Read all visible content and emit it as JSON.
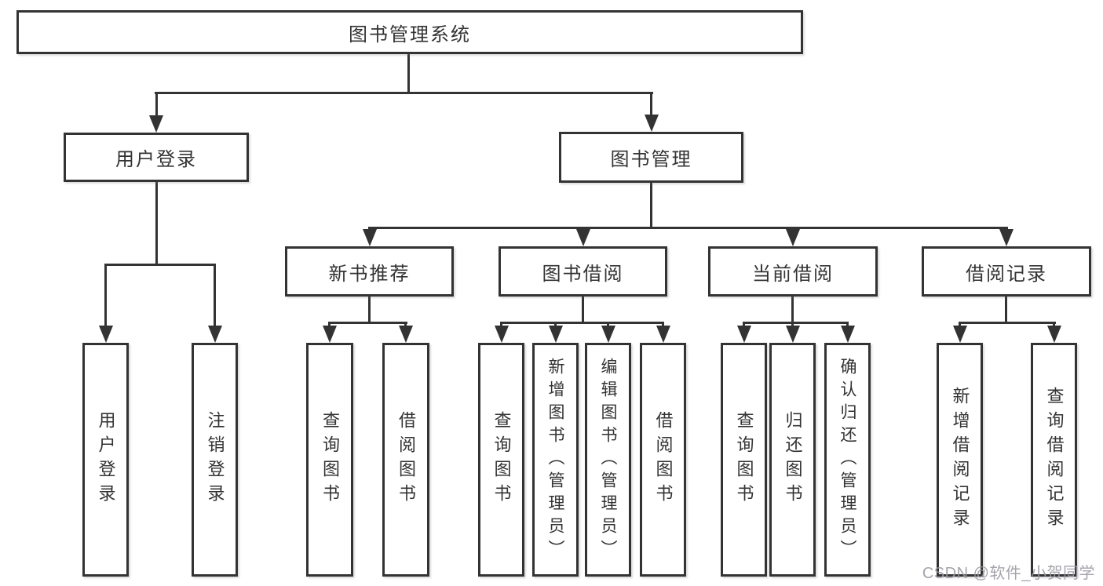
{
  "diagram": {
    "title": "图书管理系统",
    "nodes": {
      "root": "图书管理系统",
      "l2_user": "用户登录",
      "l2_book": "图书管理",
      "l3_newbook": "新书推荐",
      "l3_borrow": "图书借阅",
      "l3_current": "当前借阅",
      "l3_records": "借阅记录",
      "leaf_user_login": "用户登录",
      "leaf_logout": "注销登录",
      "leaf_query_book_1": "查询图书",
      "leaf_borrow_book_1": "借阅图书",
      "leaf_query_book_2": "查询图书",
      "leaf_add_book_admin": "新增图书（管理员）",
      "leaf_edit_book_admin": "编辑图书（管理员）",
      "leaf_borrow_book_2": "借阅图书",
      "leaf_query_book_3": "查询图书",
      "leaf_return_book": "归还图书",
      "leaf_confirm_return_admin": "确认归还（管理员）",
      "leaf_add_record": "新增借阅记录",
      "leaf_query_record": "查询借阅记录"
    },
    "structure": {
      "图书管理系统": {
        "用户登录": [
          "用户登录",
          "注销登录"
        ],
        "图书管理": {
          "新书推荐": [
            "查询图书",
            "借阅图书"
          ],
          "图书借阅": [
            "查询图书",
            "新增图书（管理员）",
            "编辑图书（管理员）",
            "借阅图书"
          ],
          "当前借阅": [
            "查询图书",
            "归还图书",
            "确认归还（管理员）"
          ],
          "借阅记录": [
            "新增借阅记录",
            "查询借阅记录"
          ]
        }
      }
    },
    "colors": {
      "line": "#333333",
      "text": "#333333",
      "box_background": "#ffffff",
      "watermark": "#9b9ba3"
    }
  },
  "watermark": {
    "text": "CSDN @软件_小贺同学"
  }
}
